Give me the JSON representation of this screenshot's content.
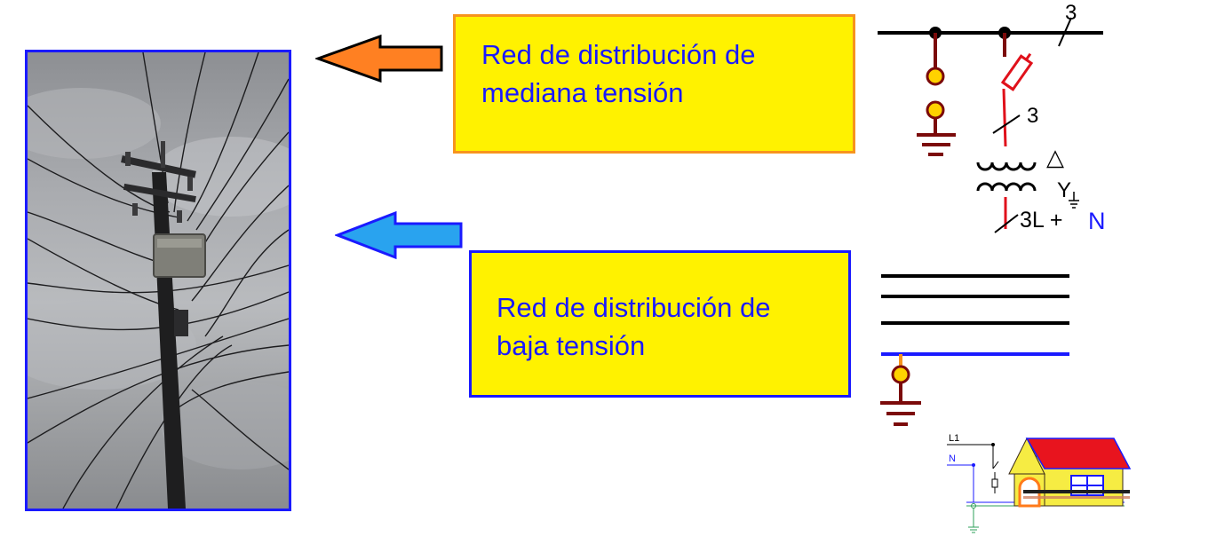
{
  "boxes": {
    "medium_voltage": {
      "line1": "Red de distribución de",
      "line2": "mediana tensión",
      "border_color": "#f7941d",
      "arrow_color": "#ff8022"
    },
    "low_voltage": {
      "line1": "Red de distribución de",
      "line2": "baja tensión",
      "border_color": "#1a1aff",
      "arrow_color": "#29a3ef"
    },
    "fill_color": "#fff200",
    "text_color": "#1a1aff"
  },
  "schematic": {
    "bus_phases": "3",
    "fuse_phases": "3",
    "delta_symbol": "△",
    "wye_symbol": "Y",
    "output_lines": "3L +",
    "neutral_label": "N"
  },
  "house_diagram": {
    "line_label": "L1",
    "neutral_label": "N"
  }
}
